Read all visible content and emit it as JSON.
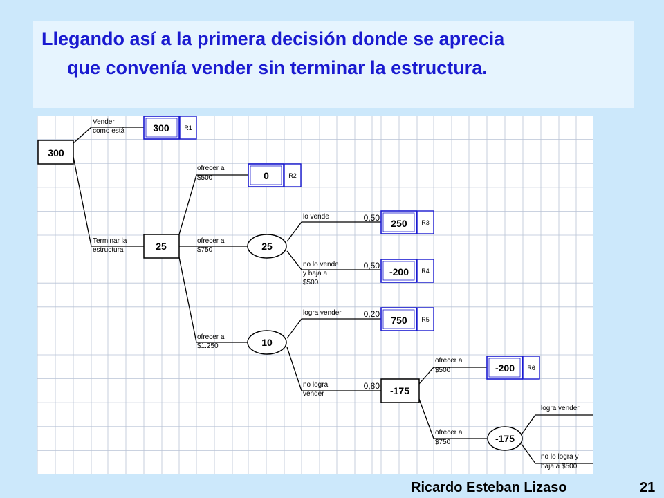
{
  "title": {
    "line1": "Llegando así a la primera decisión donde se aprecia",
    "line2": "que convenía vender sin terminar la estructura."
  },
  "footer": {
    "author": "Ricardo Esteban Lizaso",
    "page": "21"
  },
  "tree": {
    "root_value": "300",
    "branch_vender": {
      "line1": "Vender",
      "line2": "como está"
    },
    "r1": {
      "value": "300",
      "label": "R1"
    },
    "branch_terminar": {
      "line1": "Terminar la",
      "line2": "estructura"
    },
    "decision2_value": "25",
    "branch_ofrecer500": {
      "line1": "ofrecer a",
      "line2": "$500"
    },
    "r2": {
      "value": "0",
      "label": "R2"
    },
    "branch_ofrecer750": {
      "line1": "ofrecer a",
      "line2": "$750"
    },
    "chance1_value": "25",
    "branch_lo_vende": {
      "line1": "lo vende",
      "prob": "0,50"
    },
    "r3": {
      "value": "250",
      "label": "R3"
    },
    "branch_no_lo_vende": {
      "line1": "no lo vende",
      "line2": "y baja a",
      "line3": "$500",
      "prob": "0,50"
    },
    "r4": {
      "value": "-200",
      "label": "R4"
    },
    "branch_ofrecer1250": {
      "line1": "ofrecer a",
      "line2": "$1.250"
    },
    "chance2_value": "10",
    "branch_logra_vender": {
      "line1": "logra vender",
      "prob": "0,20"
    },
    "r5": {
      "value": "750",
      "label": "R5"
    },
    "branch_no_logra": {
      "line1": "no logra",
      "line2": "vender",
      "prob": "0,80"
    },
    "decision3_value": "-175",
    "branch_ofrecer500b": {
      "line1": "ofrecer a",
      "line2": "$500"
    },
    "r6": {
      "value": "-200",
      "label": "R6"
    },
    "branch_ofrecer750b": {
      "line1": "ofrecer a",
      "line2": "$750"
    },
    "chance3_value": "-175",
    "branch_logra_vender_b": {
      "line1": "logra vender"
    },
    "branch_no_lo_logra": {
      "line1": "no lo logra y",
      "line2": "baja a $500"
    }
  }
}
